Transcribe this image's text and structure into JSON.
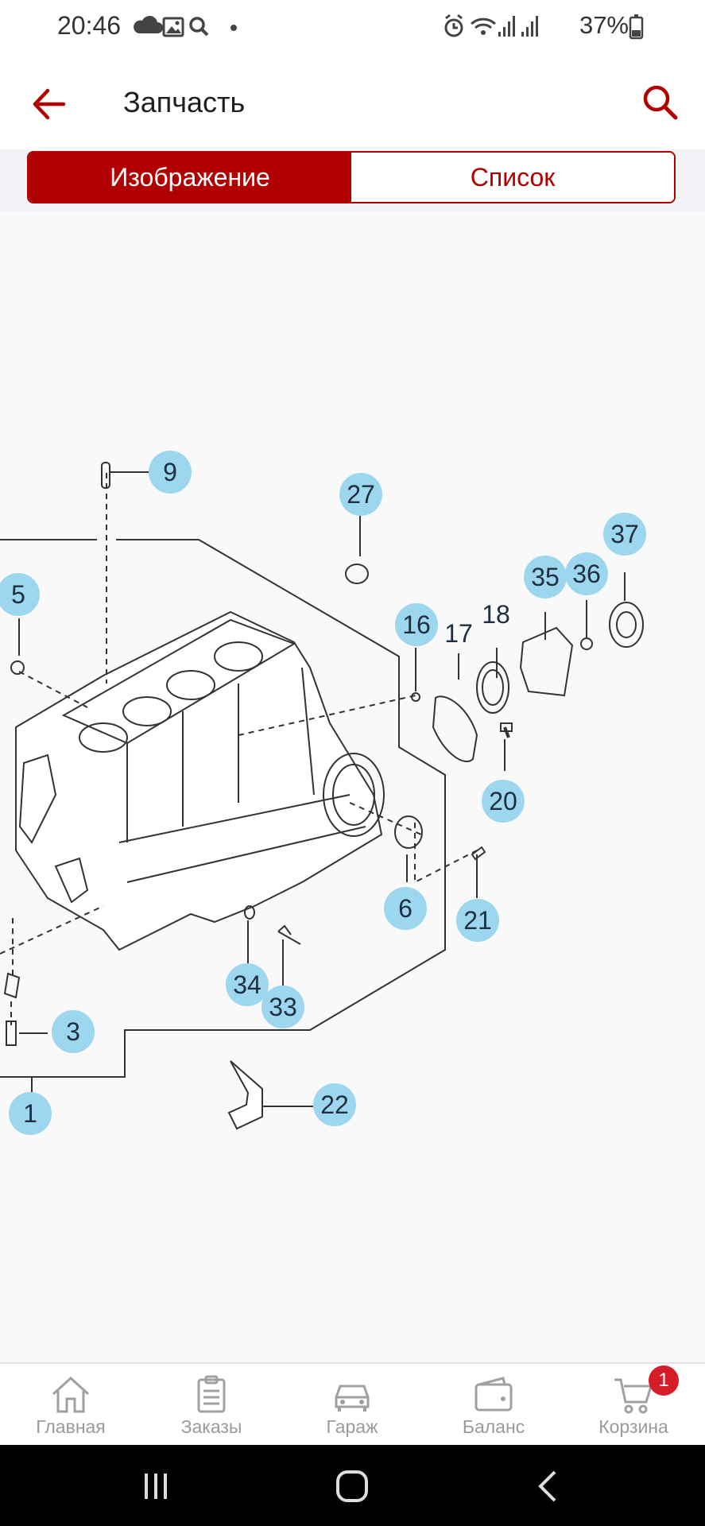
{
  "status_bar": {
    "time": "20:46",
    "battery_text": "37%",
    "icons_left": [
      "cloud-icon",
      "image-icon",
      "search-icon",
      "dot-icon"
    ],
    "icons_right": [
      "alarm-icon",
      "wifi-icon",
      "signal-icon",
      "signal-icon",
      "battery-icon"
    ]
  },
  "app_bar": {
    "title": "Запчасть",
    "back_icon": "arrow-left-icon",
    "search_icon": "search-icon",
    "accent_color": "#b10000"
  },
  "tabs": [
    {
      "label": "Изображение",
      "active": true
    },
    {
      "label": "Список",
      "active": false
    }
  ],
  "diagram": {
    "callouts": [
      "9",
      "27",
      "5",
      "16",
      "17",
      "18",
      "35",
      "36",
      "37",
      "20",
      "6",
      "21",
      "34",
      "33",
      "3",
      "1",
      "22"
    ],
    "callout_color": "#9dd7ef"
  },
  "bottom_nav": [
    {
      "label": "Главная",
      "icon": "home-icon"
    },
    {
      "label": "Заказы",
      "icon": "clipboard-icon"
    },
    {
      "label": "Гараж",
      "icon": "car-icon"
    },
    {
      "label": "Баланс",
      "icon": "wallet-icon"
    },
    {
      "label": "Корзина",
      "icon": "cart-icon",
      "badge": "1"
    }
  ],
  "system_nav": [
    "recents-icon",
    "home-circle-icon",
    "back-chevron-icon"
  ]
}
